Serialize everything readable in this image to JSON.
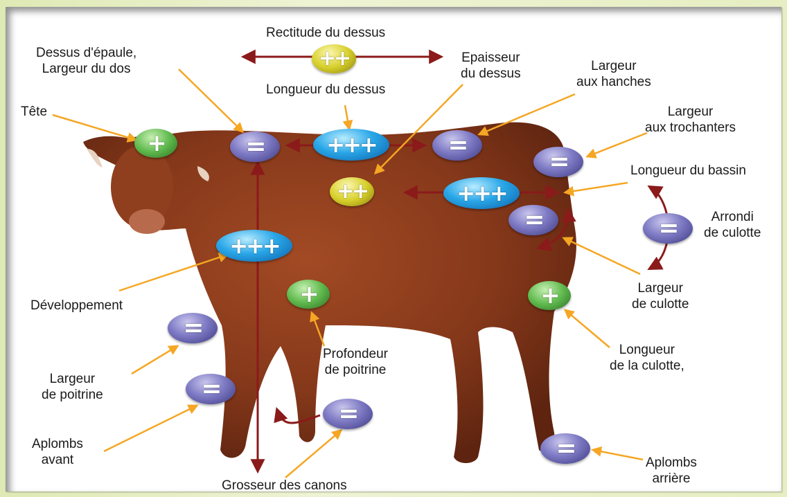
{
  "labels": {
    "rectitude": "Rectitude du dessus",
    "dessus_epaule_1": "Dessus d'épaule,",
    "dessus_epaule_2": "Largeur du dos",
    "epaisseur_1": "Epaisseur",
    "epaisseur_2": "du dessus",
    "longueur_dessus": "Longueur du dessus",
    "largeur_hanches_1": "Largeur",
    "largeur_hanches_2": "aux hanches",
    "tete": "Tête",
    "largeur_troch_1": "Largeur",
    "largeur_troch_2": "aux trochanters",
    "longueur_bassin": "Longueur du bassin",
    "arrondi_1": "Arrondi",
    "arrondi_2": "de culotte",
    "developpement": "Développement",
    "largeur_culotte_1": "Largeur",
    "largeur_culotte_2": "de culotte",
    "profondeur_1": "Profondeur",
    "profondeur_2": "de poitrine",
    "longueur_culotte_1": "Longueur",
    "longueur_culotte_2": "de la culotte,",
    "largeur_poitrine_1": "Largeur",
    "largeur_poitrine_2": "de poitrine",
    "aplombs_avant_1": "Aplombs",
    "aplombs_avant_2": "avant",
    "grosseur_canons": "Grosseur des canons",
    "aplombs_arriere_1": "Aplombs",
    "aplombs_arriere_2": "arrière"
  },
  "badges": {
    "rectitude": "++",
    "tete": "+",
    "dessus_epaule": "=",
    "longueur_dessus": "+++",
    "largeur_hanches": "=",
    "largeur_troch": "=",
    "epaisseur": "++",
    "longueur_bassin": "+++",
    "largeur_culotte": "=",
    "arrondi": "=",
    "developpement": "+++",
    "profondeur": "+",
    "longueur_culotte": "+",
    "largeur_poitrine": "=",
    "aplombs_avant": "=",
    "grosseur_canons": "=",
    "aplombs_arriere": "="
  },
  "colors": {
    "pointer_arrow": "#f5a623",
    "measure_arrow": "#8b1a1a",
    "badge_grey": "#6f6bb8",
    "badge_green": "#4caf50",
    "badge_yellow": "#d6cc25",
    "badge_blue": "#1e96dc",
    "cow_coat": "#8a3a1c"
  }
}
